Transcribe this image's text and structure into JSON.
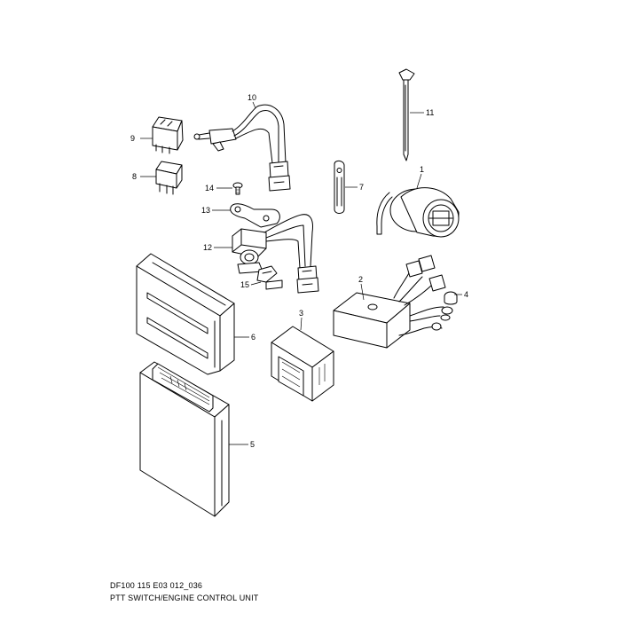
{
  "diagram": {
    "parts": [
      {
        "id": "1",
        "label": "1"
      },
      {
        "id": "2",
        "label": "2"
      },
      {
        "id": "3",
        "label": "3"
      },
      {
        "id": "4",
        "label": "4"
      },
      {
        "id": "5",
        "label": "5"
      },
      {
        "id": "6",
        "label": "6"
      },
      {
        "id": "7",
        "label": "7"
      },
      {
        "id": "8",
        "label": "8"
      },
      {
        "id": "9",
        "label": "9"
      },
      {
        "id": "10",
        "label": "10"
      },
      {
        "id": "11",
        "label": "11"
      },
      {
        "id": "12",
        "label": "12"
      },
      {
        "id": "13",
        "label": "13"
      },
      {
        "id": "14",
        "label": "14"
      },
      {
        "id": "15",
        "label": "15"
      }
    ]
  },
  "caption": {
    "code": "DF100 115 E03 012_036",
    "title": "PTT SWITCH/ENGINE CONTROL UNIT"
  }
}
